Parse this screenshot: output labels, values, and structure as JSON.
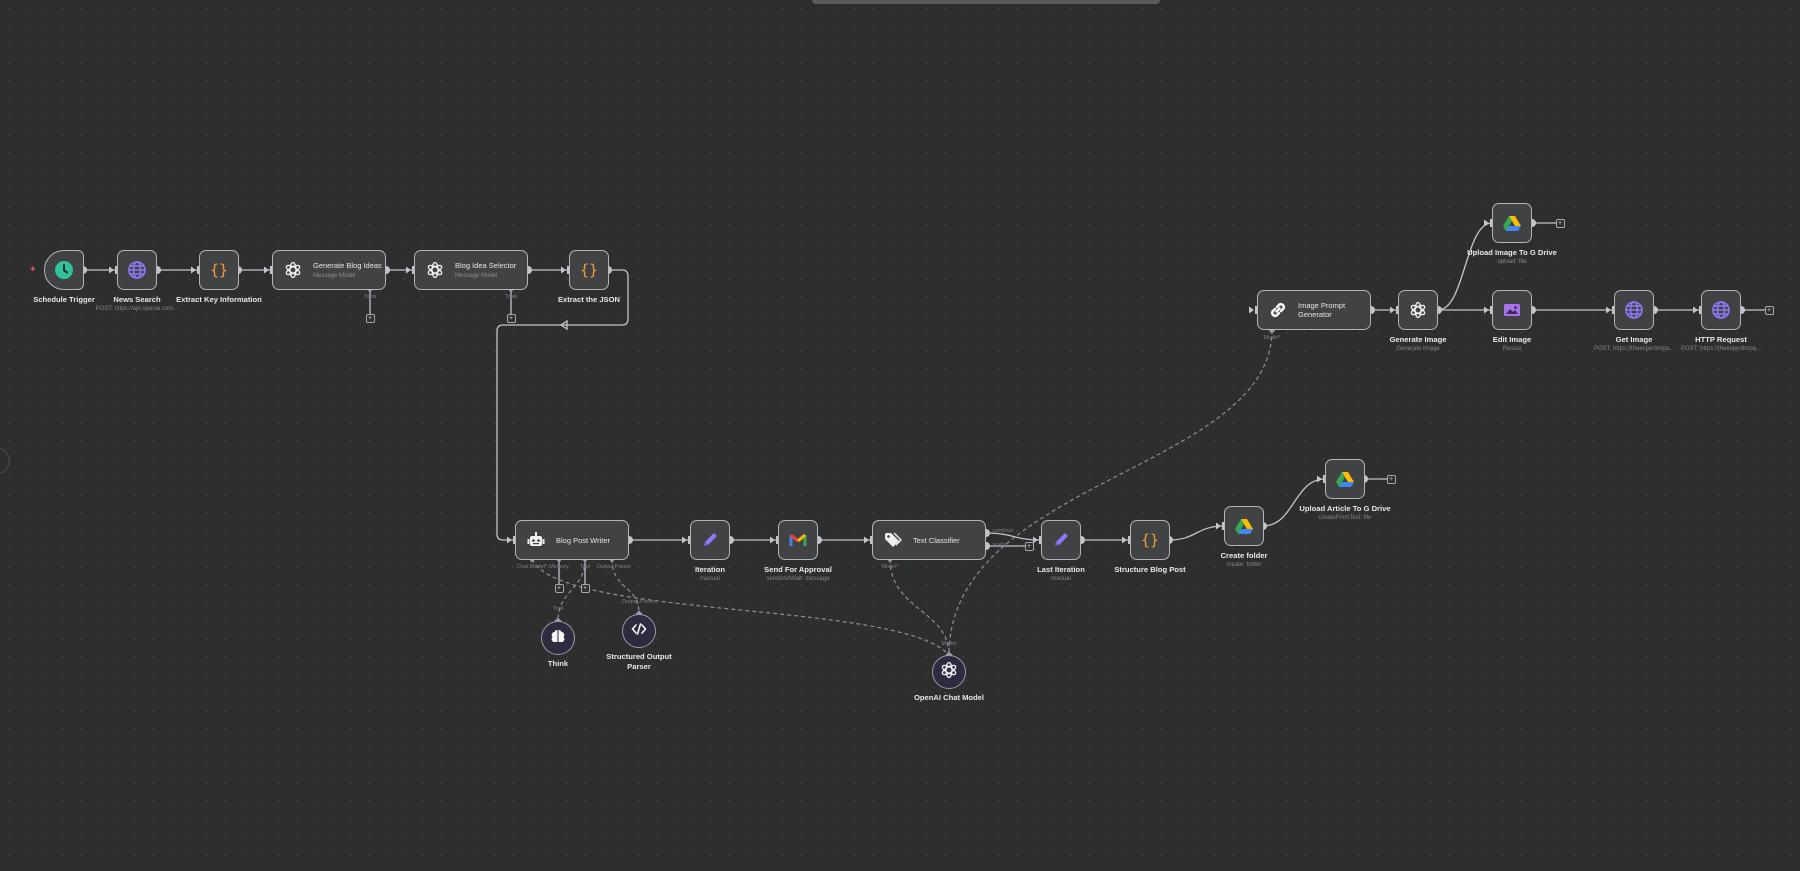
{
  "canvas": {
    "background": "#2d2e2e"
  },
  "nodes": {
    "schedule_trigger": {
      "label": "Schedule Trigger",
      "sub": "",
      "icon": "clock-icon"
    },
    "news_search": {
      "label": "News Search",
      "sub": "POST: https://api.openai.com...",
      "icon": "globe-icon"
    },
    "extract_key_info": {
      "label": "Extract Key Information",
      "sub": "",
      "icon": "braces-icon"
    },
    "generate_blog_ideas": {
      "label": "Generate Blog Ideas",
      "sub": "Message Model",
      "icon": "openai-icon"
    },
    "blog_idea_selector": {
      "label": "Blog Idea Selector",
      "sub": "Message Model",
      "icon": "openai-icon"
    },
    "extract_json": {
      "label": "Extract the JSON",
      "sub": "",
      "icon": "braces-icon"
    },
    "blog_post_writer": {
      "label": "Blog Post Writer",
      "sub": "",
      "icon": "robot-icon"
    },
    "iteration": {
      "label": "Iteration",
      "sub": "manual",
      "icon": "pencil-icon"
    },
    "send_for_approval": {
      "label": "Send For Approval",
      "sub": "sendAndWait: message",
      "icon": "gmail-icon"
    },
    "text_classifier": {
      "label": "Text Classifier",
      "sub": "",
      "icon": "tag-icon"
    },
    "last_iteration": {
      "label": "Last Iteration",
      "sub": "manual",
      "icon": "pencil-icon"
    },
    "structure_blog_post": {
      "label": "Structure Blog Post",
      "sub": "",
      "icon": "braces-icon"
    },
    "create_folder": {
      "label": "Create folder",
      "sub": "create: folder",
      "icon": "gdrive-icon"
    },
    "upload_article": {
      "label": "Upload Article To G Drive",
      "sub": "createFromText: file",
      "icon": "gdrive-icon"
    },
    "image_prompt_generator": {
      "label": "Image Prompt Generator",
      "sub": "",
      "icon": "link-icon"
    },
    "generate_image": {
      "label": "Generate Image",
      "sub": "Generate Image",
      "icon": "openai-icon"
    },
    "upload_image": {
      "label": "Upload Image To G Drive",
      "sub": "upload: file",
      "icon": "gdrive-icon"
    },
    "edit_image": {
      "label": "Edit Image",
      "sub": "Resize",
      "icon": "image-icon"
    },
    "get_image": {
      "label": "Get Image",
      "sub": "POST: https://theexpertimpa...",
      "icon": "globe-icon"
    },
    "http_request": {
      "label": "HTTP Request",
      "sub": "POST: https://theexpertimpa...",
      "icon": "globe-icon"
    },
    "think": {
      "label": "Think",
      "sub": "",
      "icon": "brain-icon"
    },
    "structured_output_parser": {
      "label": "Structured Output Parser",
      "sub": "",
      "icon": "code-icon"
    },
    "openai_chat_model": {
      "label": "OpenAI Chat Model",
      "sub": "",
      "icon": "openai-icon"
    }
  },
  "handles": {
    "tools": "Tools",
    "chat_model": "Chat Model",
    "memory": "Memory",
    "tool": "Tool",
    "output_parser": "Output Parser",
    "model": "Model",
    "continue": "continue",
    "revise": "revise",
    "required_mark": "*"
  },
  "colors": {
    "node_bg": "#414244",
    "node_border": "#b4b4bb",
    "edge": "#c4c4cc",
    "accent_purple": "#8b7cf6",
    "accent_orange": "#f29d38",
    "trigger_green": "#2fc39b"
  }
}
